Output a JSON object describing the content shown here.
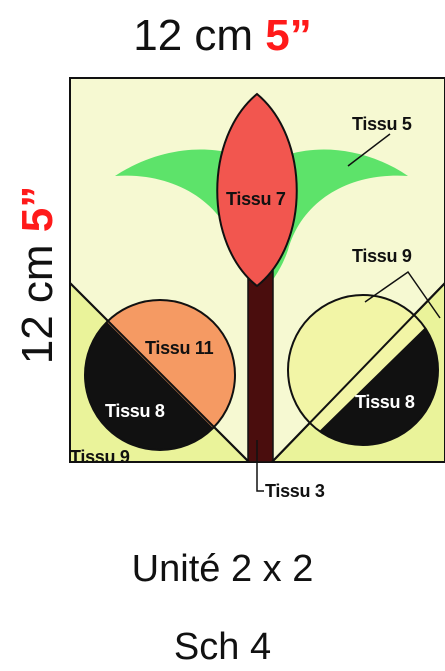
{
  "dimensions": {
    "top": {
      "metric": "12 cm",
      "imperial": "5”"
    },
    "side": {
      "metric": "12 cm",
      "imperial": "5”"
    }
  },
  "labels": {
    "tissu5": "Tissu 5",
    "tissu7": "Tissu 7",
    "tissu9_right": "Tissu 9",
    "tissu11": "Tissu 11",
    "tissu8_left": "Tissu 8",
    "tissu8_right": "Tissu 8",
    "tissu9_bottom": "Tissu 9",
    "tissu3": "Tissu 3"
  },
  "captions": {
    "unit": "Unité 2 x 2",
    "scheme": "Sch 4"
  },
  "colors": {
    "background": "#f6f9d2",
    "corner_triangles": "#eaf39a",
    "leaves": "#5de36a",
    "petal": "#f2564f",
    "stem": "#4a0d0d",
    "circle_left_top": "#f59a63",
    "circle_dark": "#111111",
    "circle_right_top": "#f2f5a6",
    "accent": "#ff1a1a"
  }
}
